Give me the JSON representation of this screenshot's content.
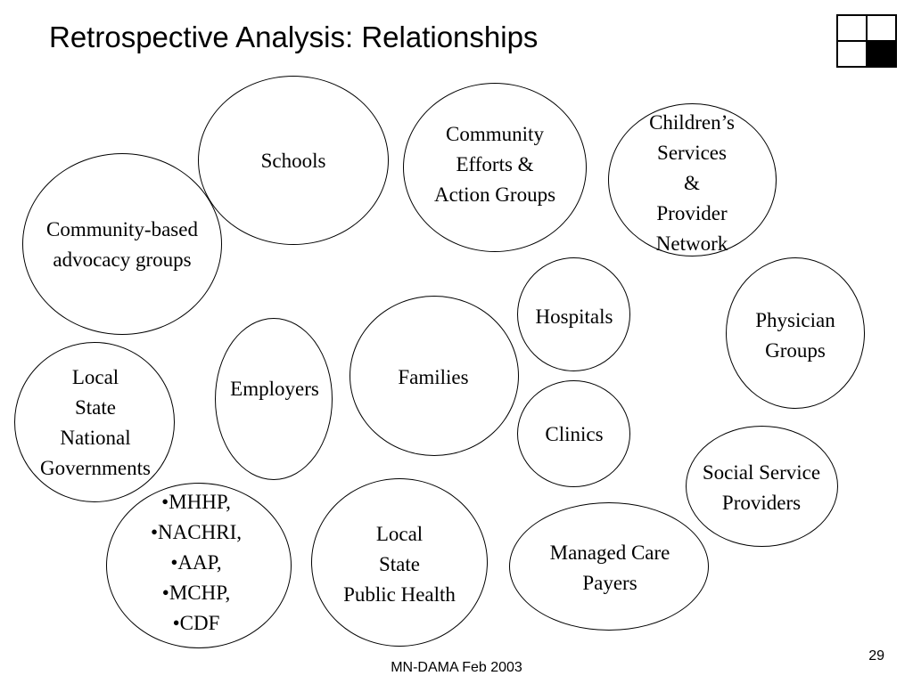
{
  "title": "Retrospective Analysis:  Relationships",
  "nodes": {
    "schools": "Schools",
    "community_efforts": "Community\nEfforts &\nAction Groups",
    "childrens_services": "Children’s\nServices\n&\nProvider\nNetwork",
    "community_advocacy": "Community-based\nadvocacy groups",
    "hospitals": "Hospitals",
    "physician_groups": "Physician\nGroups",
    "governments": "Local\nState\nNational\nGovernments",
    "employers": "Employers",
    "families": "Families",
    "clinics": "Clinics",
    "social_service": "Social Service\nProviders",
    "organizations": "•MHHP,\n•NACHRI,\n•AAP,\n•MCHP,\n•CDF",
    "public_health": "Local\nState\nPublic Health",
    "managed_care": "Managed Care\nPayers"
  },
  "footer": "MN-DAMA  Feb 2003",
  "page_number": "29"
}
